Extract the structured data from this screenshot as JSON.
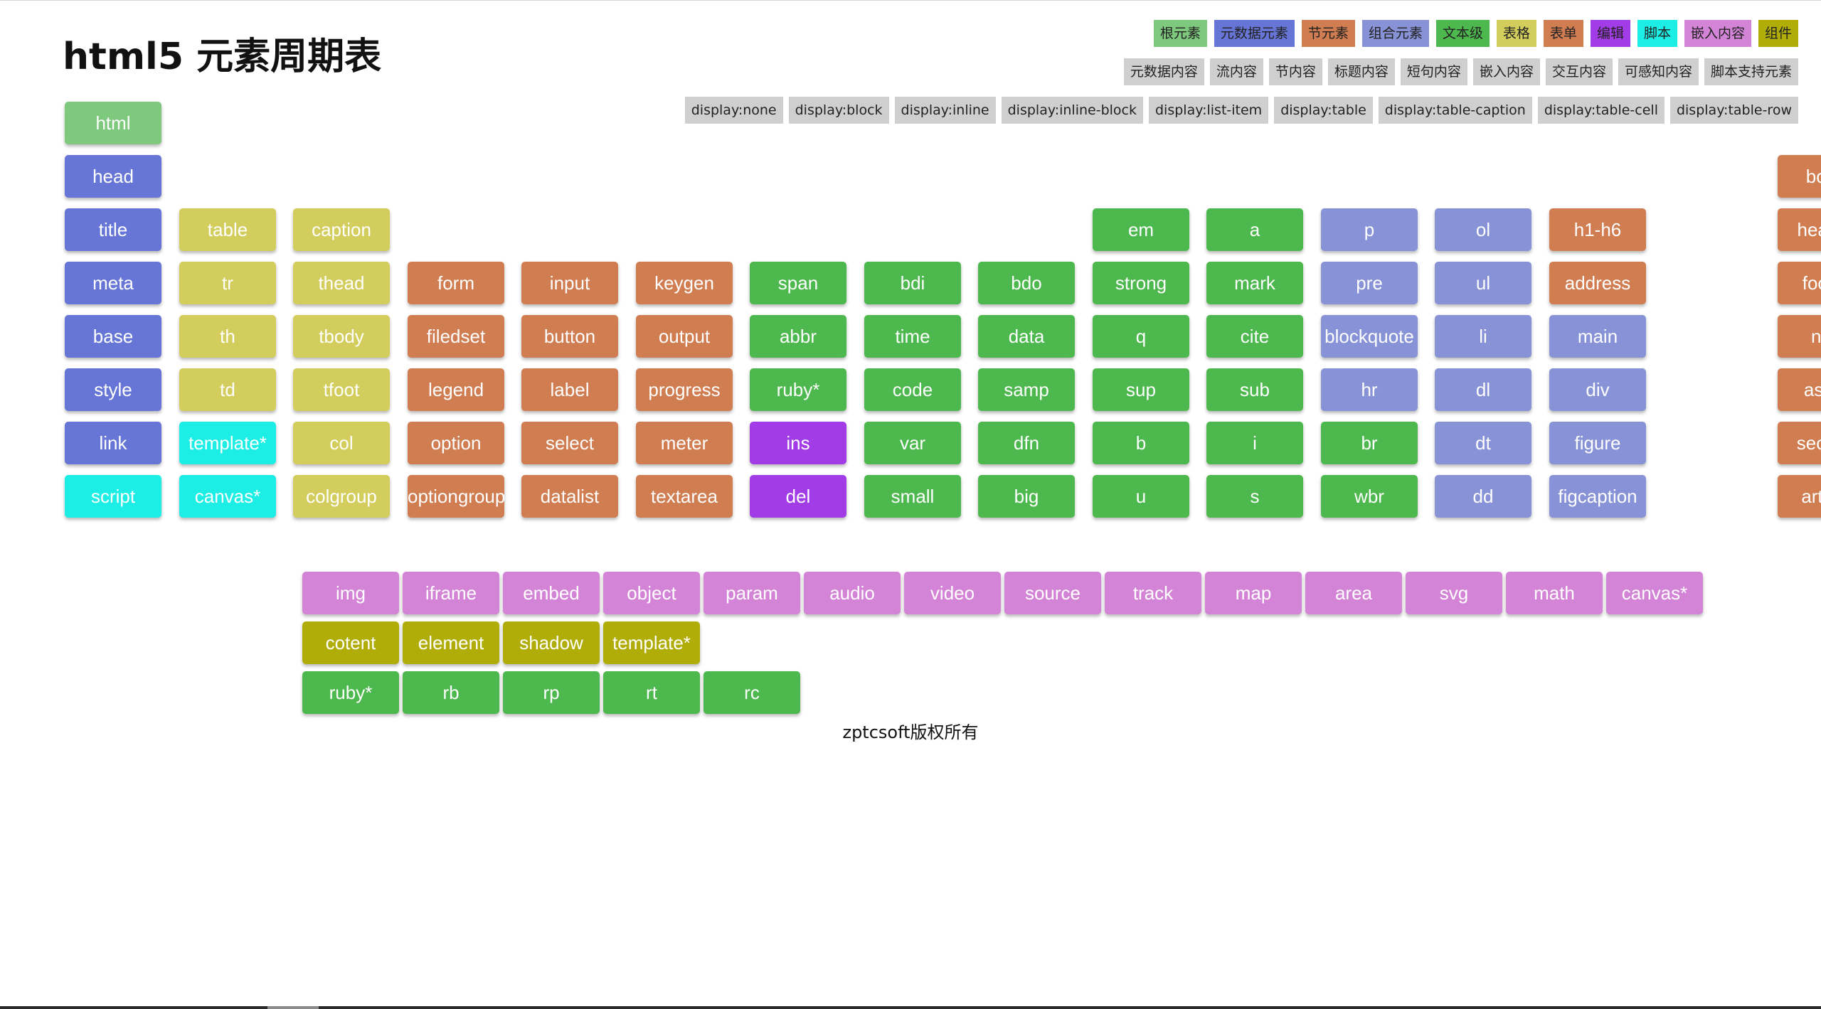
{
  "title": "html5 元素周期表",
  "copyright": "zptcsoft版权所有",
  "colors": {
    "root": "#7ec97e",
    "meta": "#6675d6",
    "section": "#d07d52",
    "group": "#8892d6",
    "text": "#4db84d",
    "table": "#d2cd5c",
    "form": "#d07d52",
    "edit": "#a23ce6",
    "script": "#1ceee6",
    "embed": "#d484d6",
    "component": "#b1ad08",
    "textgreen": "#4db84d"
  },
  "legend": [
    {
      "label": "根元素",
      "color": "#7ec97e"
    },
    {
      "label": "元数据元素",
      "color": "#6675d6"
    },
    {
      "label": "节元素",
      "color": "#d07d52"
    },
    {
      "label": "组合元素",
      "color": "#8892d6"
    },
    {
      "label": "文本级",
      "color": "#4db84d"
    },
    {
      "label": "表格",
      "color": "#d2cd5c"
    },
    {
      "label": "表单",
      "color": "#d07d52"
    },
    {
      "label": "编辑",
      "color": "#a23ce6"
    },
    {
      "label": "脚本",
      "color": "#1ceee6"
    },
    {
      "label": "嵌入内容",
      "color": "#d484d6"
    },
    {
      "label": "组件",
      "color": "#b1ad08"
    }
  ],
  "content_categories": [
    "元数据内容",
    "流内容",
    "节内容",
    "标题内容",
    "短句内容",
    "嵌入内容",
    "交互内容",
    "可感知内容",
    "脚本支持元素"
  ],
  "display_types": [
    "display:none",
    "display:block",
    "display:inline",
    "display:inline-block",
    "display:list-item",
    "display:table",
    "display:table-caption",
    "display:table-cell",
    "display:table-row"
  ],
  "grid": [
    {
      "label": "html",
      "row": 0,
      "col": 0,
      "cat": "root"
    },
    {
      "label": "head",
      "row": 1,
      "col": 0,
      "cat": "meta"
    },
    {
      "label": "body",
      "row": 1,
      "col": 15,
      "cat": "section"
    },
    {
      "label": "title",
      "row": 2,
      "col": 0,
      "cat": "meta"
    },
    {
      "label": "table",
      "row": 2,
      "col": 1,
      "cat": "table"
    },
    {
      "label": "caption",
      "row": 2,
      "col": 2,
      "cat": "table"
    },
    {
      "label": "em",
      "row": 2,
      "col": 9,
      "cat": "text"
    },
    {
      "label": "a",
      "row": 2,
      "col": 10,
      "cat": "text"
    },
    {
      "label": "p",
      "row": 2,
      "col": 11,
      "cat": "group"
    },
    {
      "label": "ol",
      "row": 2,
      "col": 12,
      "cat": "group"
    },
    {
      "label": "h1-h6",
      "row": 2,
      "col": 13,
      "cat": "section"
    },
    {
      "label": "header",
      "row": 2,
      "col": 15,
      "cat": "section"
    },
    {
      "label": "meta",
      "row": 3,
      "col": 0,
      "cat": "meta"
    },
    {
      "label": "tr",
      "row": 3,
      "col": 1,
      "cat": "table"
    },
    {
      "label": "thead",
      "row": 3,
      "col": 2,
      "cat": "table"
    },
    {
      "label": "form",
      "row": 3,
      "col": 3,
      "cat": "form"
    },
    {
      "label": "input",
      "row": 3,
      "col": 4,
      "cat": "form"
    },
    {
      "label": "keygen",
      "row": 3,
      "col": 5,
      "cat": "form"
    },
    {
      "label": "span",
      "row": 3,
      "col": 6,
      "cat": "text"
    },
    {
      "label": "bdi",
      "row": 3,
      "col": 7,
      "cat": "text"
    },
    {
      "label": "bdo",
      "row": 3,
      "col": 8,
      "cat": "text"
    },
    {
      "label": "strong",
      "row": 3,
      "col": 9,
      "cat": "text"
    },
    {
      "label": "mark",
      "row": 3,
      "col": 10,
      "cat": "text"
    },
    {
      "label": "pre",
      "row": 3,
      "col": 11,
      "cat": "group"
    },
    {
      "label": "ul",
      "row": 3,
      "col": 12,
      "cat": "group"
    },
    {
      "label": "address",
      "row": 3,
      "col": 13,
      "cat": "section"
    },
    {
      "label": "footer",
      "row": 3,
      "col": 15,
      "cat": "section"
    },
    {
      "label": "base",
      "row": 4,
      "col": 0,
      "cat": "meta"
    },
    {
      "label": "th",
      "row": 4,
      "col": 1,
      "cat": "table"
    },
    {
      "label": "tbody",
      "row": 4,
      "col": 2,
      "cat": "table"
    },
    {
      "label": "filedset",
      "row": 4,
      "col": 3,
      "cat": "form"
    },
    {
      "label": "button",
      "row": 4,
      "col": 4,
      "cat": "form"
    },
    {
      "label": "output",
      "row": 4,
      "col": 5,
      "cat": "form"
    },
    {
      "label": "abbr",
      "row": 4,
      "col": 6,
      "cat": "text"
    },
    {
      "label": "time",
      "row": 4,
      "col": 7,
      "cat": "text"
    },
    {
      "label": "data",
      "row": 4,
      "col": 8,
      "cat": "text"
    },
    {
      "label": "q",
      "row": 4,
      "col": 9,
      "cat": "text"
    },
    {
      "label": "cite",
      "row": 4,
      "col": 10,
      "cat": "text"
    },
    {
      "label": "blockquote",
      "row": 4,
      "col": 11,
      "cat": "group"
    },
    {
      "label": "li",
      "row": 4,
      "col": 12,
      "cat": "group"
    },
    {
      "label": "main",
      "row": 4,
      "col": 13,
      "cat": "group"
    },
    {
      "label": "nav",
      "row": 4,
      "col": 15,
      "cat": "section"
    },
    {
      "label": "style",
      "row": 5,
      "col": 0,
      "cat": "meta"
    },
    {
      "label": "td",
      "row": 5,
      "col": 1,
      "cat": "table"
    },
    {
      "label": "tfoot",
      "row": 5,
      "col": 2,
      "cat": "table"
    },
    {
      "label": "legend",
      "row": 5,
      "col": 3,
      "cat": "form"
    },
    {
      "label": "label",
      "row": 5,
      "col": 4,
      "cat": "form"
    },
    {
      "label": "progress",
      "row": 5,
      "col": 5,
      "cat": "form"
    },
    {
      "label": "ruby*",
      "row": 5,
      "col": 6,
      "cat": "text"
    },
    {
      "label": "code",
      "row": 5,
      "col": 7,
      "cat": "text"
    },
    {
      "label": "samp",
      "row": 5,
      "col": 8,
      "cat": "text"
    },
    {
      "label": "sup",
      "row": 5,
      "col": 9,
      "cat": "text"
    },
    {
      "label": "sub",
      "row": 5,
      "col": 10,
      "cat": "text"
    },
    {
      "label": "hr",
      "row": 5,
      "col": 11,
      "cat": "group"
    },
    {
      "label": "dl",
      "row": 5,
      "col": 12,
      "cat": "group"
    },
    {
      "label": "div",
      "row": 5,
      "col": 13,
      "cat": "group"
    },
    {
      "label": "aside",
      "row": 5,
      "col": 15,
      "cat": "section"
    },
    {
      "label": "link",
      "row": 6,
      "col": 0,
      "cat": "meta"
    },
    {
      "label": "template*",
      "row": 6,
      "col": 1,
      "cat": "script"
    },
    {
      "label": "col",
      "row": 6,
      "col": 2,
      "cat": "table"
    },
    {
      "label": "option",
      "row": 6,
      "col": 3,
      "cat": "form"
    },
    {
      "label": "select",
      "row": 6,
      "col": 4,
      "cat": "form"
    },
    {
      "label": "meter",
      "row": 6,
      "col": 5,
      "cat": "form"
    },
    {
      "label": "ins",
      "row": 6,
      "col": 6,
      "cat": "edit"
    },
    {
      "label": "var",
      "row": 6,
      "col": 7,
      "cat": "text"
    },
    {
      "label": "dfn",
      "row": 6,
      "col": 8,
      "cat": "text"
    },
    {
      "label": "b",
      "row": 6,
      "col": 9,
      "cat": "text"
    },
    {
      "label": "i",
      "row": 6,
      "col": 10,
      "cat": "text"
    },
    {
      "label": "br",
      "row": 6,
      "col": 11,
      "cat": "text"
    },
    {
      "label": "dt",
      "row": 6,
      "col": 12,
      "cat": "group"
    },
    {
      "label": "figure",
      "row": 6,
      "col": 13,
      "cat": "group"
    },
    {
      "label": "section",
      "row": 6,
      "col": 15,
      "cat": "section"
    },
    {
      "label": "script",
      "row": 7,
      "col": 0,
      "cat": "script"
    },
    {
      "label": "canvas*",
      "row": 7,
      "col": 1,
      "cat": "script"
    },
    {
      "label": "colgroup",
      "row": 7,
      "col": 2,
      "cat": "table"
    },
    {
      "label": "optiongroup",
      "row": 7,
      "col": 3,
      "cat": "form"
    },
    {
      "label": "datalist",
      "row": 7,
      "col": 4,
      "cat": "form"
    },
    {
      "label": "textarea",
      "row": 7,
      "col": 5,
      "cat": "form"
    },
    {
      "label": "del",
      "row": 7,
      "col": 6,
      "cat": "edit"
    },
    {
      "label": "small",
      "row": 7,
      "col": 7,
      "cat": "text"
    },
    {
      "label": "big",
      "row": 7,
      "col": 8,
      "cat": "text"
    },
    {
      "label": "u",
      "row": 7,
      "col": 9,
      "cat": "text"
    },
    {
      "label": "s",
      "row": 7,
      "col": 10,
      "cat": "text"
    },
    {
      "label": "wbr",
      "row": 7,
      "col": 11,
      "cat": "text"
    },
    {
      "label": "dd",
      "row": 7,
      "col": 12,
      "cat": "group"
    },
    {
      "label": "figcaption",
      "row": 7,
      "col": 13,
      "cat": "group"
    },
    {
      "label": "article",
      "row": 7,
      "col": 15,
      "cat": "section"
    }
  ],
  "sub": [
    {
      "label": "img",
      "row": 0,
      "col": 0,
      "cat": "embed"
    },
    {
      "label": "iframe",
      "row": 0,
      "col": 1,
      "cat": "embed"
    },
    {
      "label": "embed",
      "row": 0,
      "col": 2,
      "cat": "embed"
    },
    {
      "label": "object",
      "row": 0,
      "col": 3,
      "cat": "embed"
    },
    {
      "label": "param",
      "row": 0,
      "col": 4,
      "cat": "embed"
    },
    {
      "label": "audio",
      "row": 0,
      "col": 5,
      "cat": "embed"
    },
    {
      "label": "video",
      "row": 0,
      "col": 6,
      "cat": "embed"
    },
    {
      "label": "source",
      "row": 0,
      "col": 7,
      "cat": "embed"
    },
    {
      "label": "track",
      "row": 0,
      "col": 8,
      "cat": "embed"
    },
    {
      "label": "map",
      "row": 0,
      "col": 9,
      "cat": "embed"
    },
    {
      "label": "area",
      "row": 0,
      "col": 10,
      "cat": "embed"
    },
    {
      "label": "svg",
      "row": 0,
      "col": 11,
      "cat": "embed"
    },
    {
      "label": "math",
      "row": 0,
      "col": 12,
      "cat": "embed"
    },
    {
      "label": "canvas*",
      "row": 0,
      "col": 13,
      "cat": "embed"
    },
    {
      "label": "cotent",
      "row": 1,
      "col": 0,
      "cat": "component"
    },
    {
      "label": "element",
      "row": 1,
      "col": 1,
      "cat": "component"
    },
    {
      "label": "shadow",
      "row": 1,
      "col": 2,
      "cat": "component"
    },
    {
      "label": "template*",
      "row": 1,
      "col": 3,
      "cat": "component"
    },
    {
      "label": "ruby*",
      "row": 2,
      "col": 0,
      "cat": "textgreen"
    },
    {
      "label": "rb",
      "row": 2,
      "col": 1,
      "cat": "textgreen"
    },
    {
      "label": "rp",
      "row": 2,
      "col": 2,
      "cat": "textgreen"
    },
    {
      "label": "rt",
      "row": 2,
      "col": 3,
      "cat": "textgreen"
    },
    {
      "label": "rc",
      "row": 2,
      "col": 4,
      "cat": "textgreen"
    }
  ]
}
